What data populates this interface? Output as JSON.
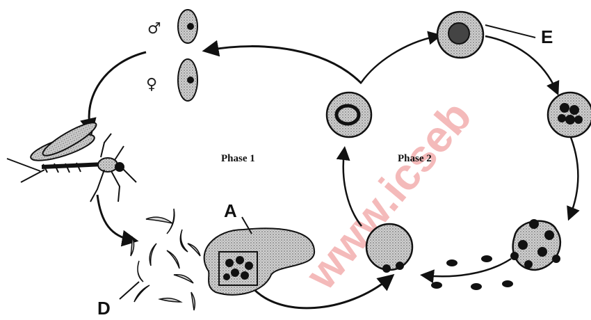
{
  "diagram": {
    "phase_labels": [
      "Phase 1",
      "Phase 2"
    ],
    "part_labels": {
      "a": "A",
      "d": "D",
      "e": "E"
    },
    "gametocyte_symbols": {
      "male": "♂",
      "female": "♀"
    }
  },
  "watermark": "www.icseb",
  "colors": {
    "ink": "#111111",
    "stipple": "#8c8c8c",
    "cell": "#bdbdbd",
    "watermark": "#e23b3b"
  }
}
